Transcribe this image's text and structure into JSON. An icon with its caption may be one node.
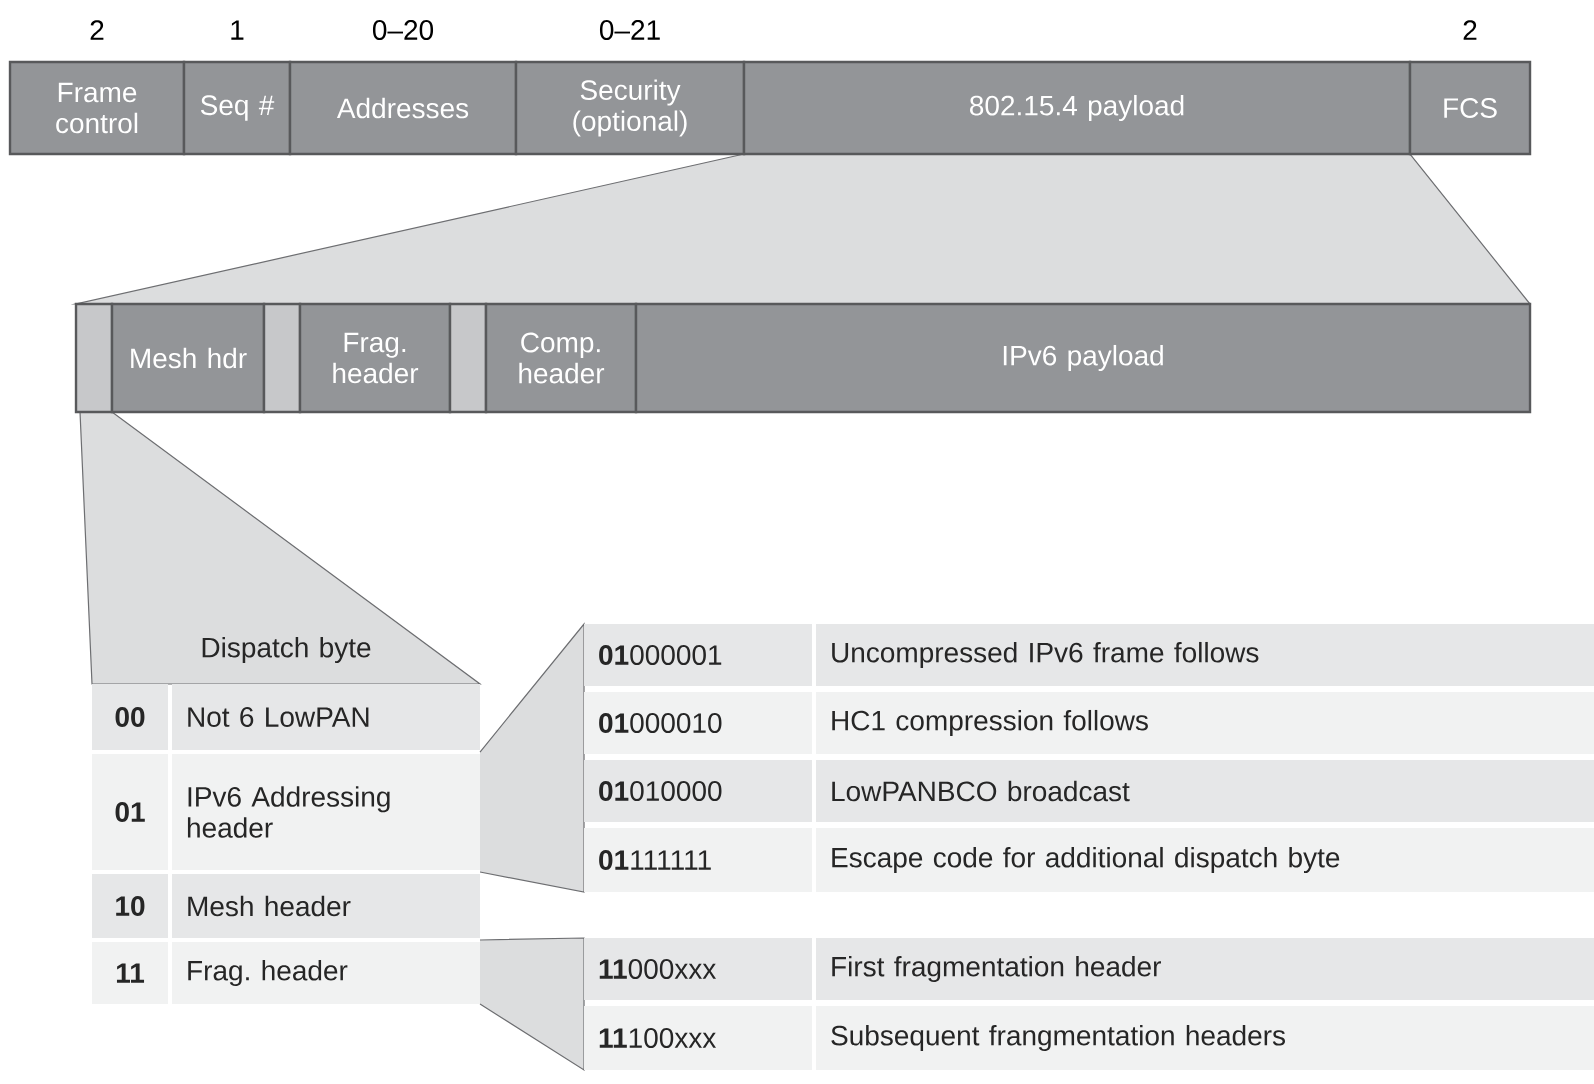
{
  "diagram": {
    "nodes": [
      {
        "text": [
          "Frame control"
        ],
        "beside": [
          "2"
        ]
      },
      {
        "text": [
          "Seq #"
        ],
        "beside": [
          "1"
        ]
      },
      {
        "text": [
          "Addresses"
        ],
        "beside": [
          "0–20"
        ]
      },
      {
        "text": [
          "Security (optional)"
        ],
        "beside": [
          "0–21"
        ]
      },
      {
        "text": [
          "802.15.4 payload"
        ]
      },
      {
        "text": [
          "FCS"
        ],
        "beside": [
          "2"
        ]
      },
      {
        "text": [],
        "shape": "box"
      },
      {
        "text": [
          "Mesh hdr"
        ]
      },
      {
        "text": [],
        "shape": "box"
      },
      {
        "text": [
          "Frag. header"
        ]
      },
      {
        "text": [],
        "shape": "box"
      },
      {
        "text": [
          "Comp. header"
        ]
      },
      {
        "text": [
          "IPv6 payload"
        ]
      }
    ],
    "labels": [
      "Dispatch byte",
      "00",
      "Not 6 LowPAN",
      "01",
      "IPv6 Addressing header",
      "10",
      "Mesh header",
      "11",
      "Frag. header",
      "**01**000001",
      "Uncompressed IPv6 frame follows",
      "**01**000010",
      "HC1 compression follows",
      "**01**010000",
      "LowPANBCO broadcast",
      "**01**111111",
      "Escape code for additional dispatch byte",
      "**11**000xxx",
      "First fragmentation header",
      "**11**100xxx",
      "Subsequent frangmentation headers"
    ]
  }
}
